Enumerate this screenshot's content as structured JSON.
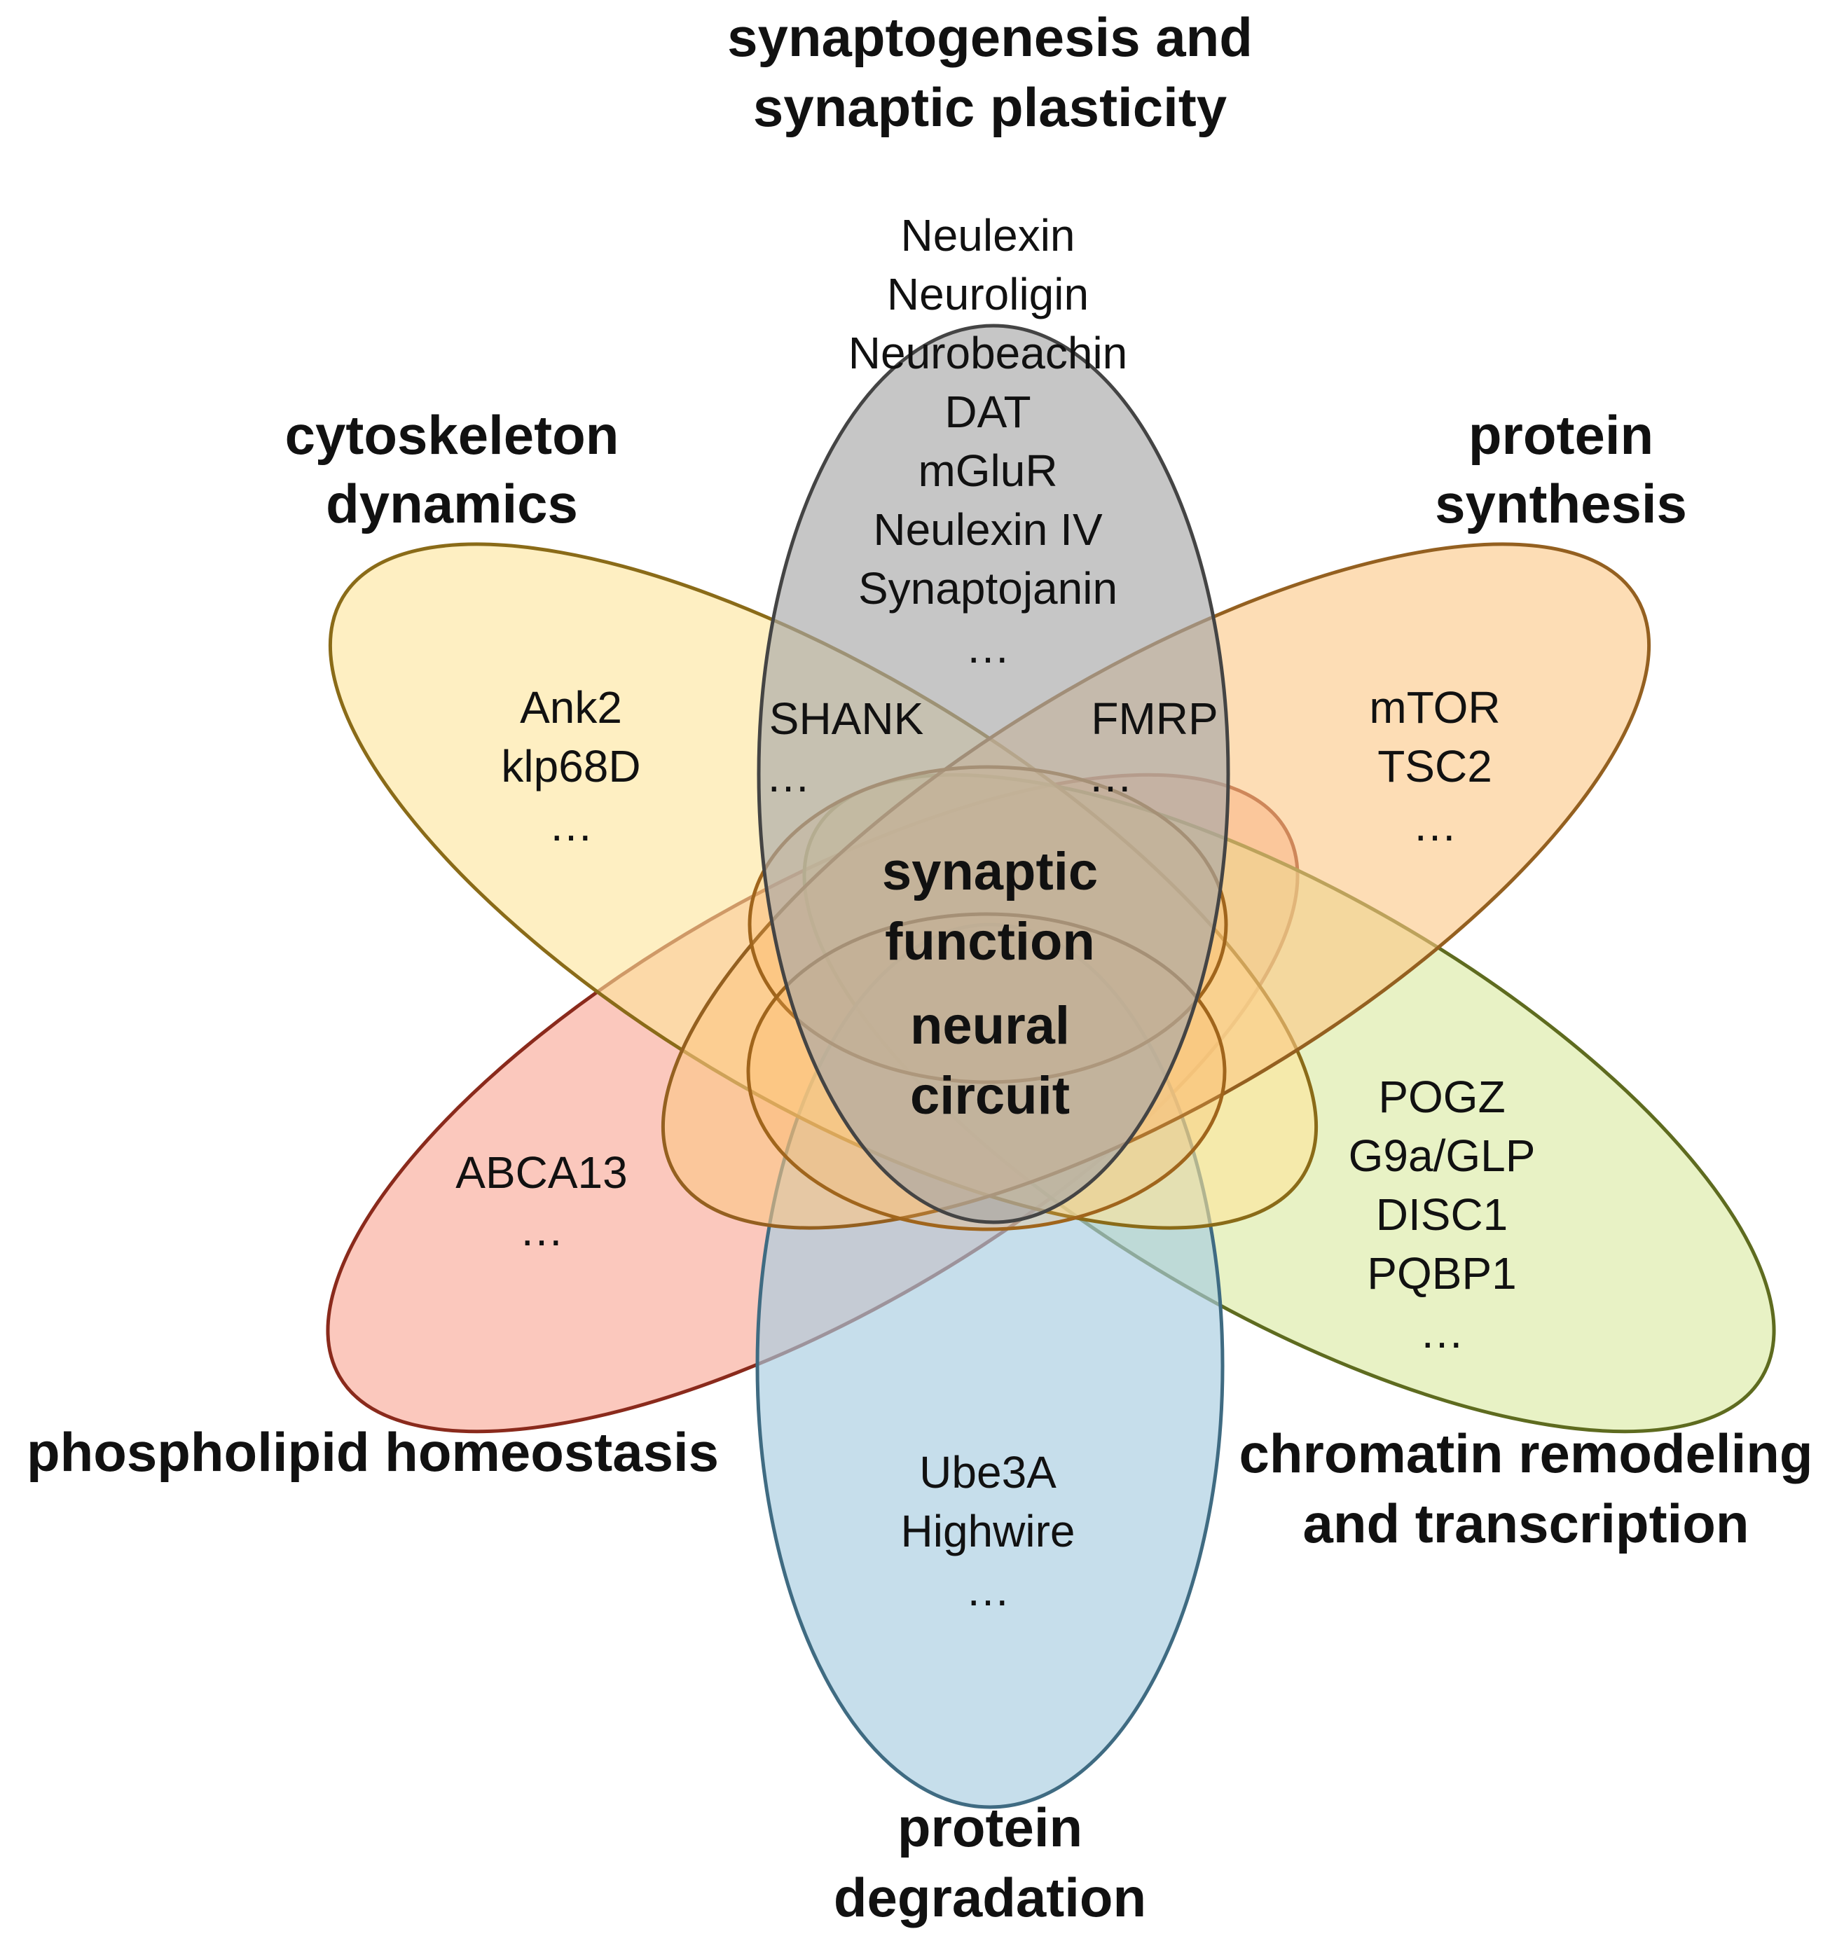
{
  "colors": {
    "synaptogenesis": "#a8a8a8",
    "cytoskeleton": "#fde59a",
    "protein_synthesis": "#fcc783",
    "phospholipid": "#f9a391",
    "chromatin": "#d9ea9f",
    "degradation": "#a7cde0",
    "inner_orange": "#fbb25a",
    "outline_dark": "#444444"
  },
  "categories": {
    "synaptogenesis": {
      "line1": "synaptogenesis and",
      "line2": "synaptic plasticity"
    },
    "cytoskeleton": {
      "line1": "cytoskeleton",
      "line2": "dynamics"
    },
    "protein_synthesis": {
      "line1": "protein",
      "line2": "synthesis"
    },
    "phospholipid": {
      "line1": "phospholipid homeostasis"
    },
    "chromatin": {
      "line1": "chromatin remodeling",
      "line2": "and transcription"
    },
    "degradation": {
      "line1": "protein",
      "line2": "degradation"
    }
  },
  "genes": {
    "synaptogenesis": [
      "Neulexin",
      "Neuroligin",
      "Neurobeachin",
      "DAT",
      "mGluR",
      "Neulexin IV",
      "Synaptojanin",
      "…"
    ],
    "cytoskeleton": [
      "Ank2",
      "klp68D",
      "…"
    ],
    "protein_synthesis": [
      "mTOR",
      "TSC2",
      "…"
    ],
    "phospholipid": [
      "ABCA13",
      "…"
    ],
    "chromatin": [
      "POGZ",
      "G9a/GLP",
      "DISC1",
      "PQBP1",
      "…"
    ],
    "degradation": [
      "Ube3A",
      "Highwire",
      "…"
    ],
    "overlap_left": [
      "SHANK",
      "…"
    ],
    "overlap_right": [
      "FMRP",
      "…"
    ]
  },
  "center": {
    "line1": "synaptic",
    "line2": "function",
    "line3": "neural",
    "line4": "circuit"
  }
}
